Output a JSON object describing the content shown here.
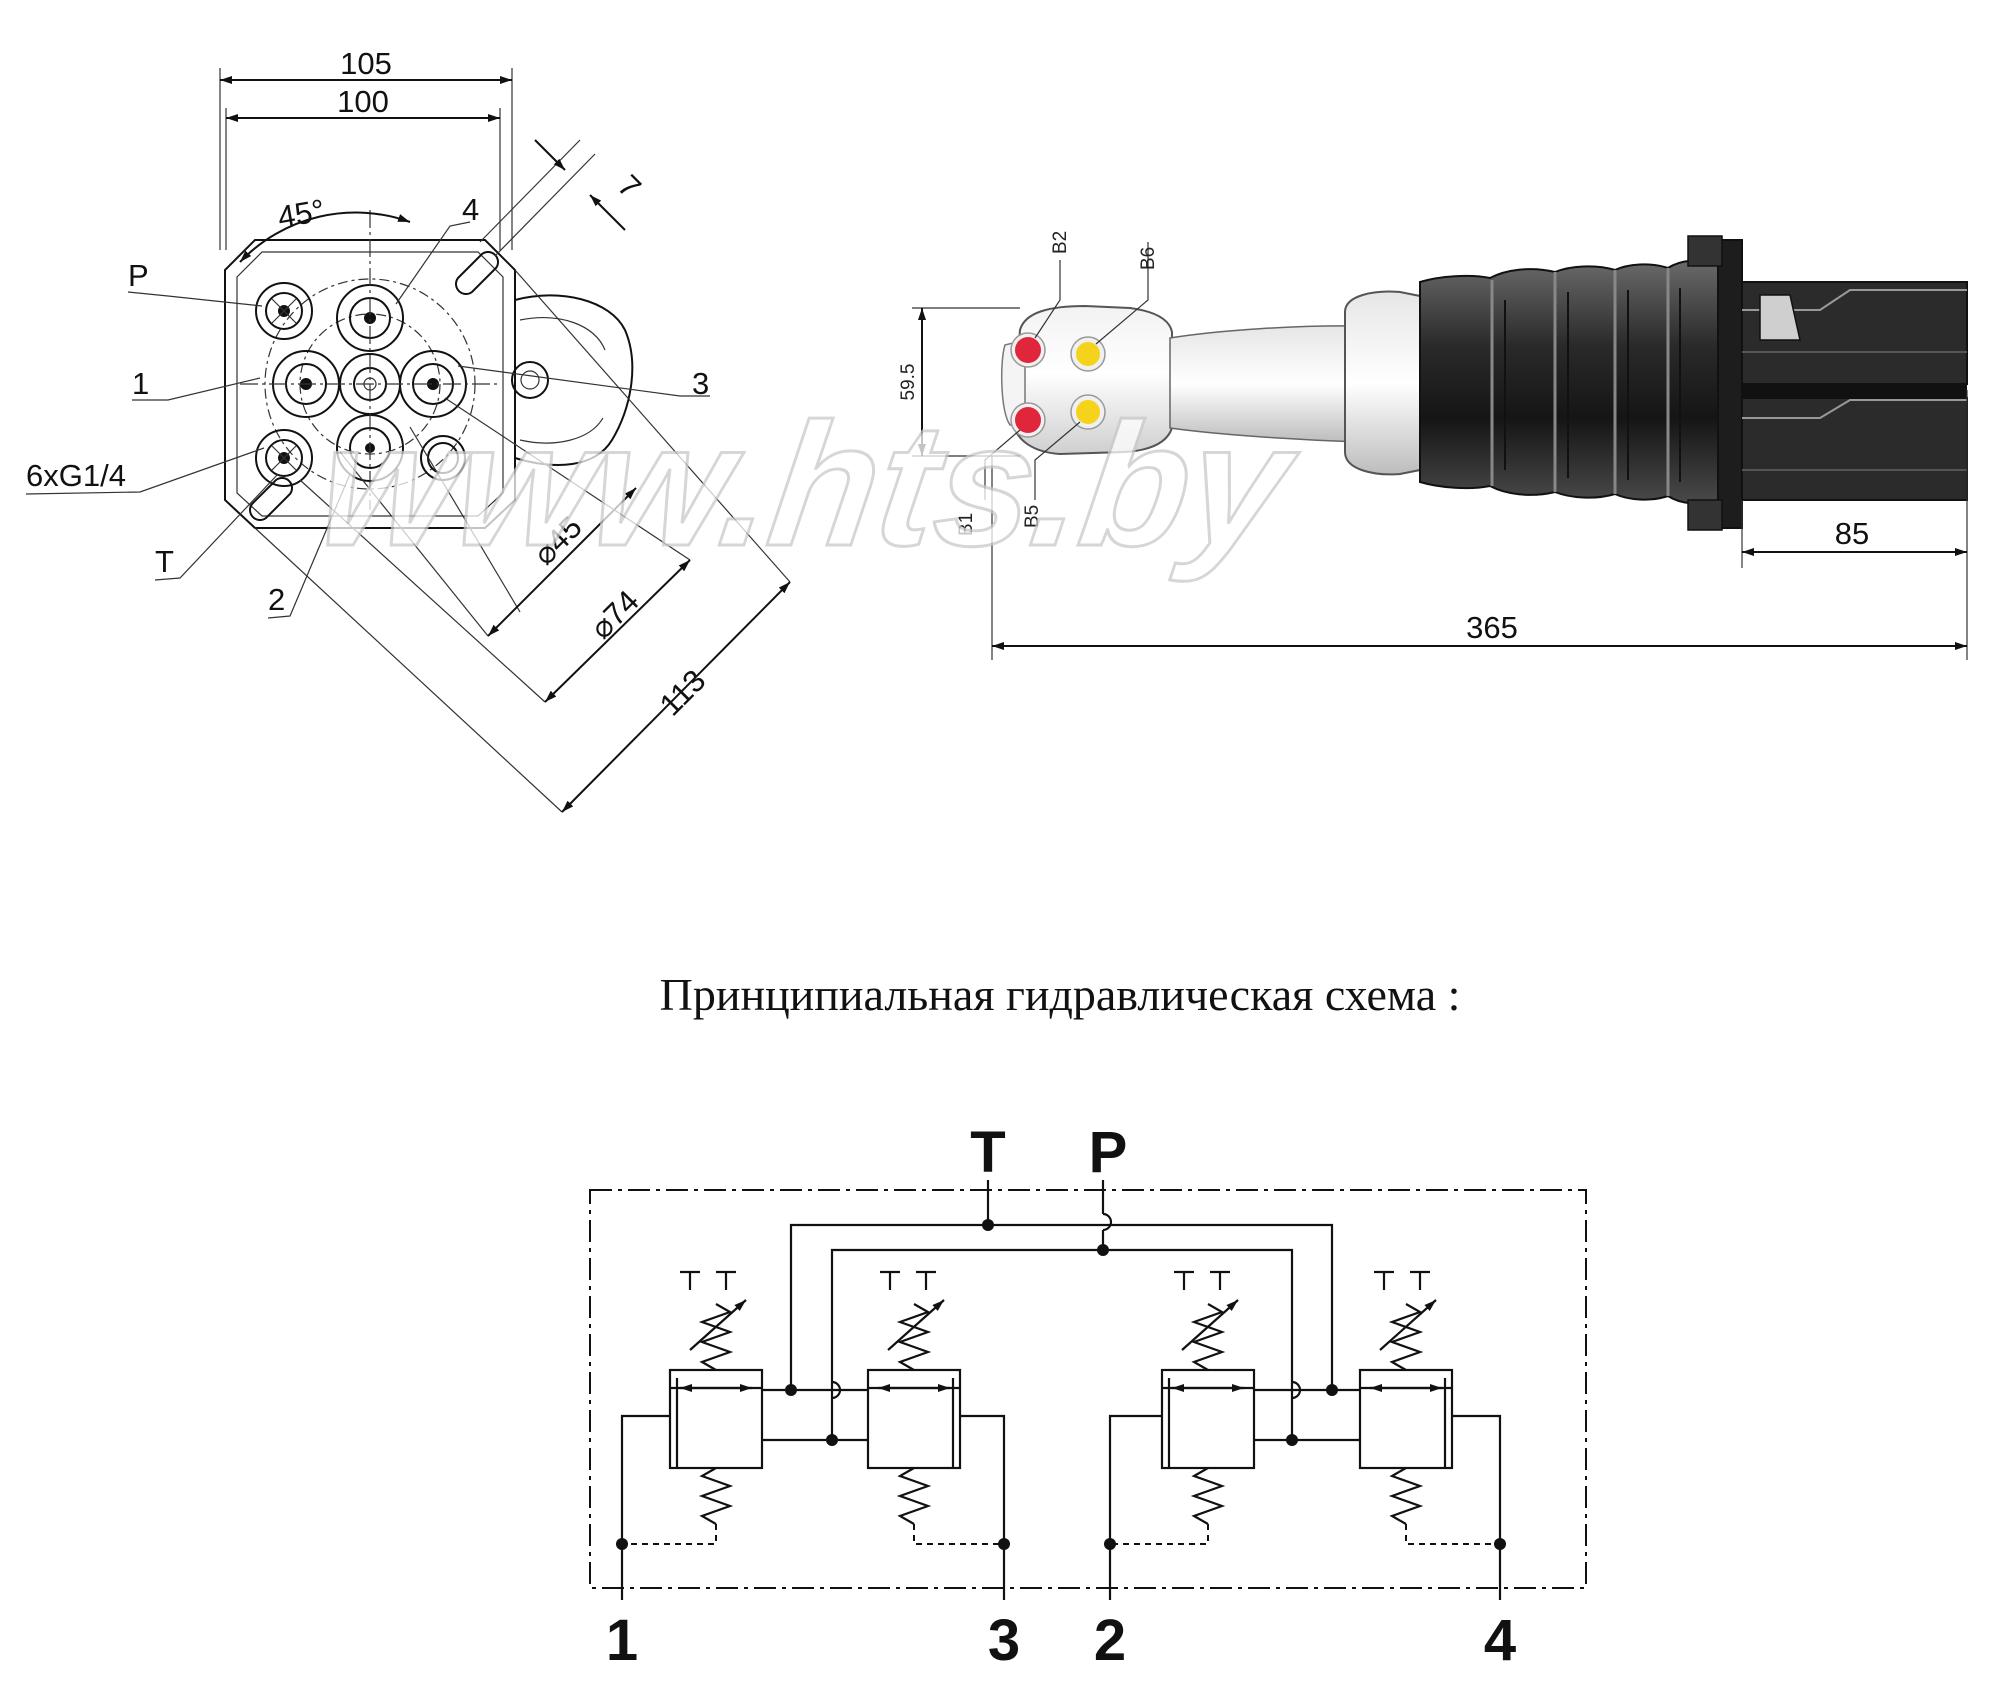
{
  "front_view": {
    "dims": {
      "width_outer": "105",
      "width_inner": "100",
      "slot": "7",
      "angle": "45°",
      "dia_small": "45",
      "dia_large": "74",
      "diagonal": "113"
    },
    "labels": {
      "p": "P",
      "one": "1",
      "thread": "6xG1/4",
      "t": "T",
      "two": "2",
      "three": "3",
      "four": "4"
    }
  },
  "side_view": {
    "dims": {
      "height": "59.5",
      "flange": "85",
      "overall": "365"
    },
    "buttons": {
      "b1": "B1",
      "b2": "B2",
      "b5": "B5",
      "b6": "B6"
    },
    "button_colors": {
      "red": "#e0263b",
      "yellow": "#f4d31a"
    }
  },
  "watermark": "www.hts.by",
  "schematic": {
    "title": "Принципиальная гидравлическая схема :",
    "top_ports": [
      "T",
      "P"
    ],
    "bottom_ports": [
      "1",
      "3",
      "2",
      "4"
    ]
  }
}
